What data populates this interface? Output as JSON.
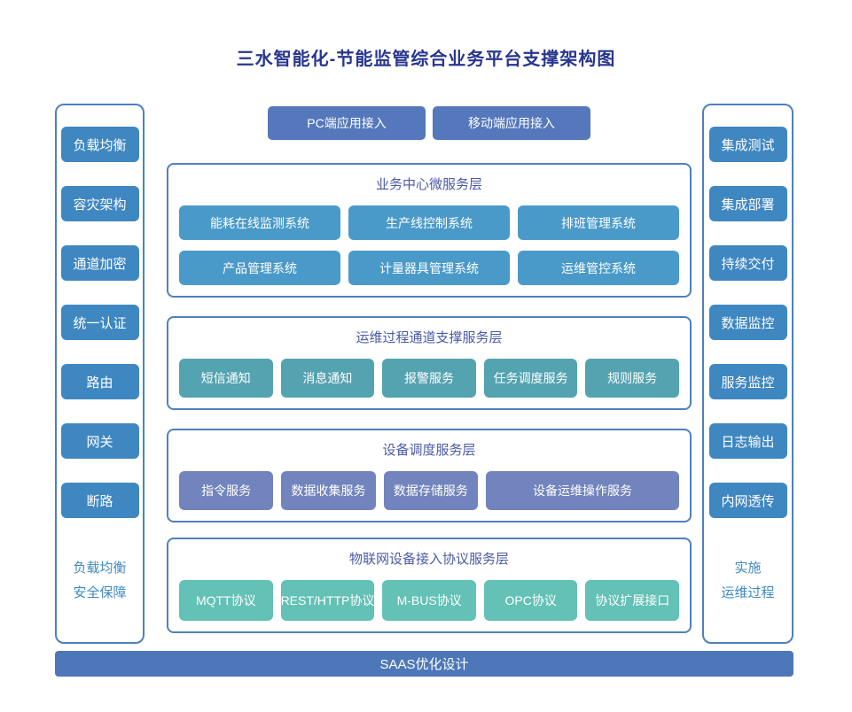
{
  "title": "三水智能化-节能监管综合业务平台支撑架构图",
  "colors": {
    "title_text": "#28368f",
    "panel_border": "#4e80bf",
    "layer_header_text": "#4a5aa5",
    "sidebar_box": "#3f87c1",
    "business_box": "#4a9ac9",
    "app_button": "#5478bb",
    "channel_box": "#54a3b1",
    "dispatch_box": "#7284bd",
    "protocol_box": "#63c1b6",
    "bottom_bar": "#4d77b8"
  },
  "left_panel": {
    "items": [
      "负载均衡",
      "容灾架构",
      "通道加密",
      "统一认证",
      "路由",
      "网关",
      "断路"
    ],
    "footer_lines": [
      "负载均衡",
      "安全保障"
    ]
  },
  "right_panel": {
    "items": [
      "集成测试",
      "集成部署",
      "持续交付",
      "数据监控",
      "服务监控",
      "日志输出",
      "内网透传"
    ],
    "footer_lines": [
      "实施",
      "运维过程"
    ]
  },
  "top_buttons": [
    "PC端应用接入",
    "移动端应用接入"
  ],
  "layers": [
    {
      "title": "业务中心微服务层",
      "rows": [
        [
          "能耗在线监测系统",
          "生产线控制系统",
          "排班管理系统"
        ],
        [
          "产品管理系统",
          "计量器具管理系统",
          "运维管控系统"
        ]
      ]
    },
    {
      "title": "运维过程通道支撑服务层",
      "rows": [
        [
          "短信通知",
          "消息通知",
          "报警服务",
          "任务调度服务",
          "规则服务"
        ]
      ]
    },
    {
      "title": "设备调度服务层",
      "rows": [
        [
          "指令服务",
          "数据收集服务",
          "数据存储服务",
          "设备运维操作服务"
        ]
      ]
    },
    {
      "title": "物联网设备接入协议服务层",
      "rows": [
        [
          "MQTT协议",
          "REST/HTTP协议",
          "M-BUS协议",
          "OPC协议",
          "协议扩展接口"
        ]
      ]
    }
  ],
  "bottom_bar": "SAAS优化设计"
}
